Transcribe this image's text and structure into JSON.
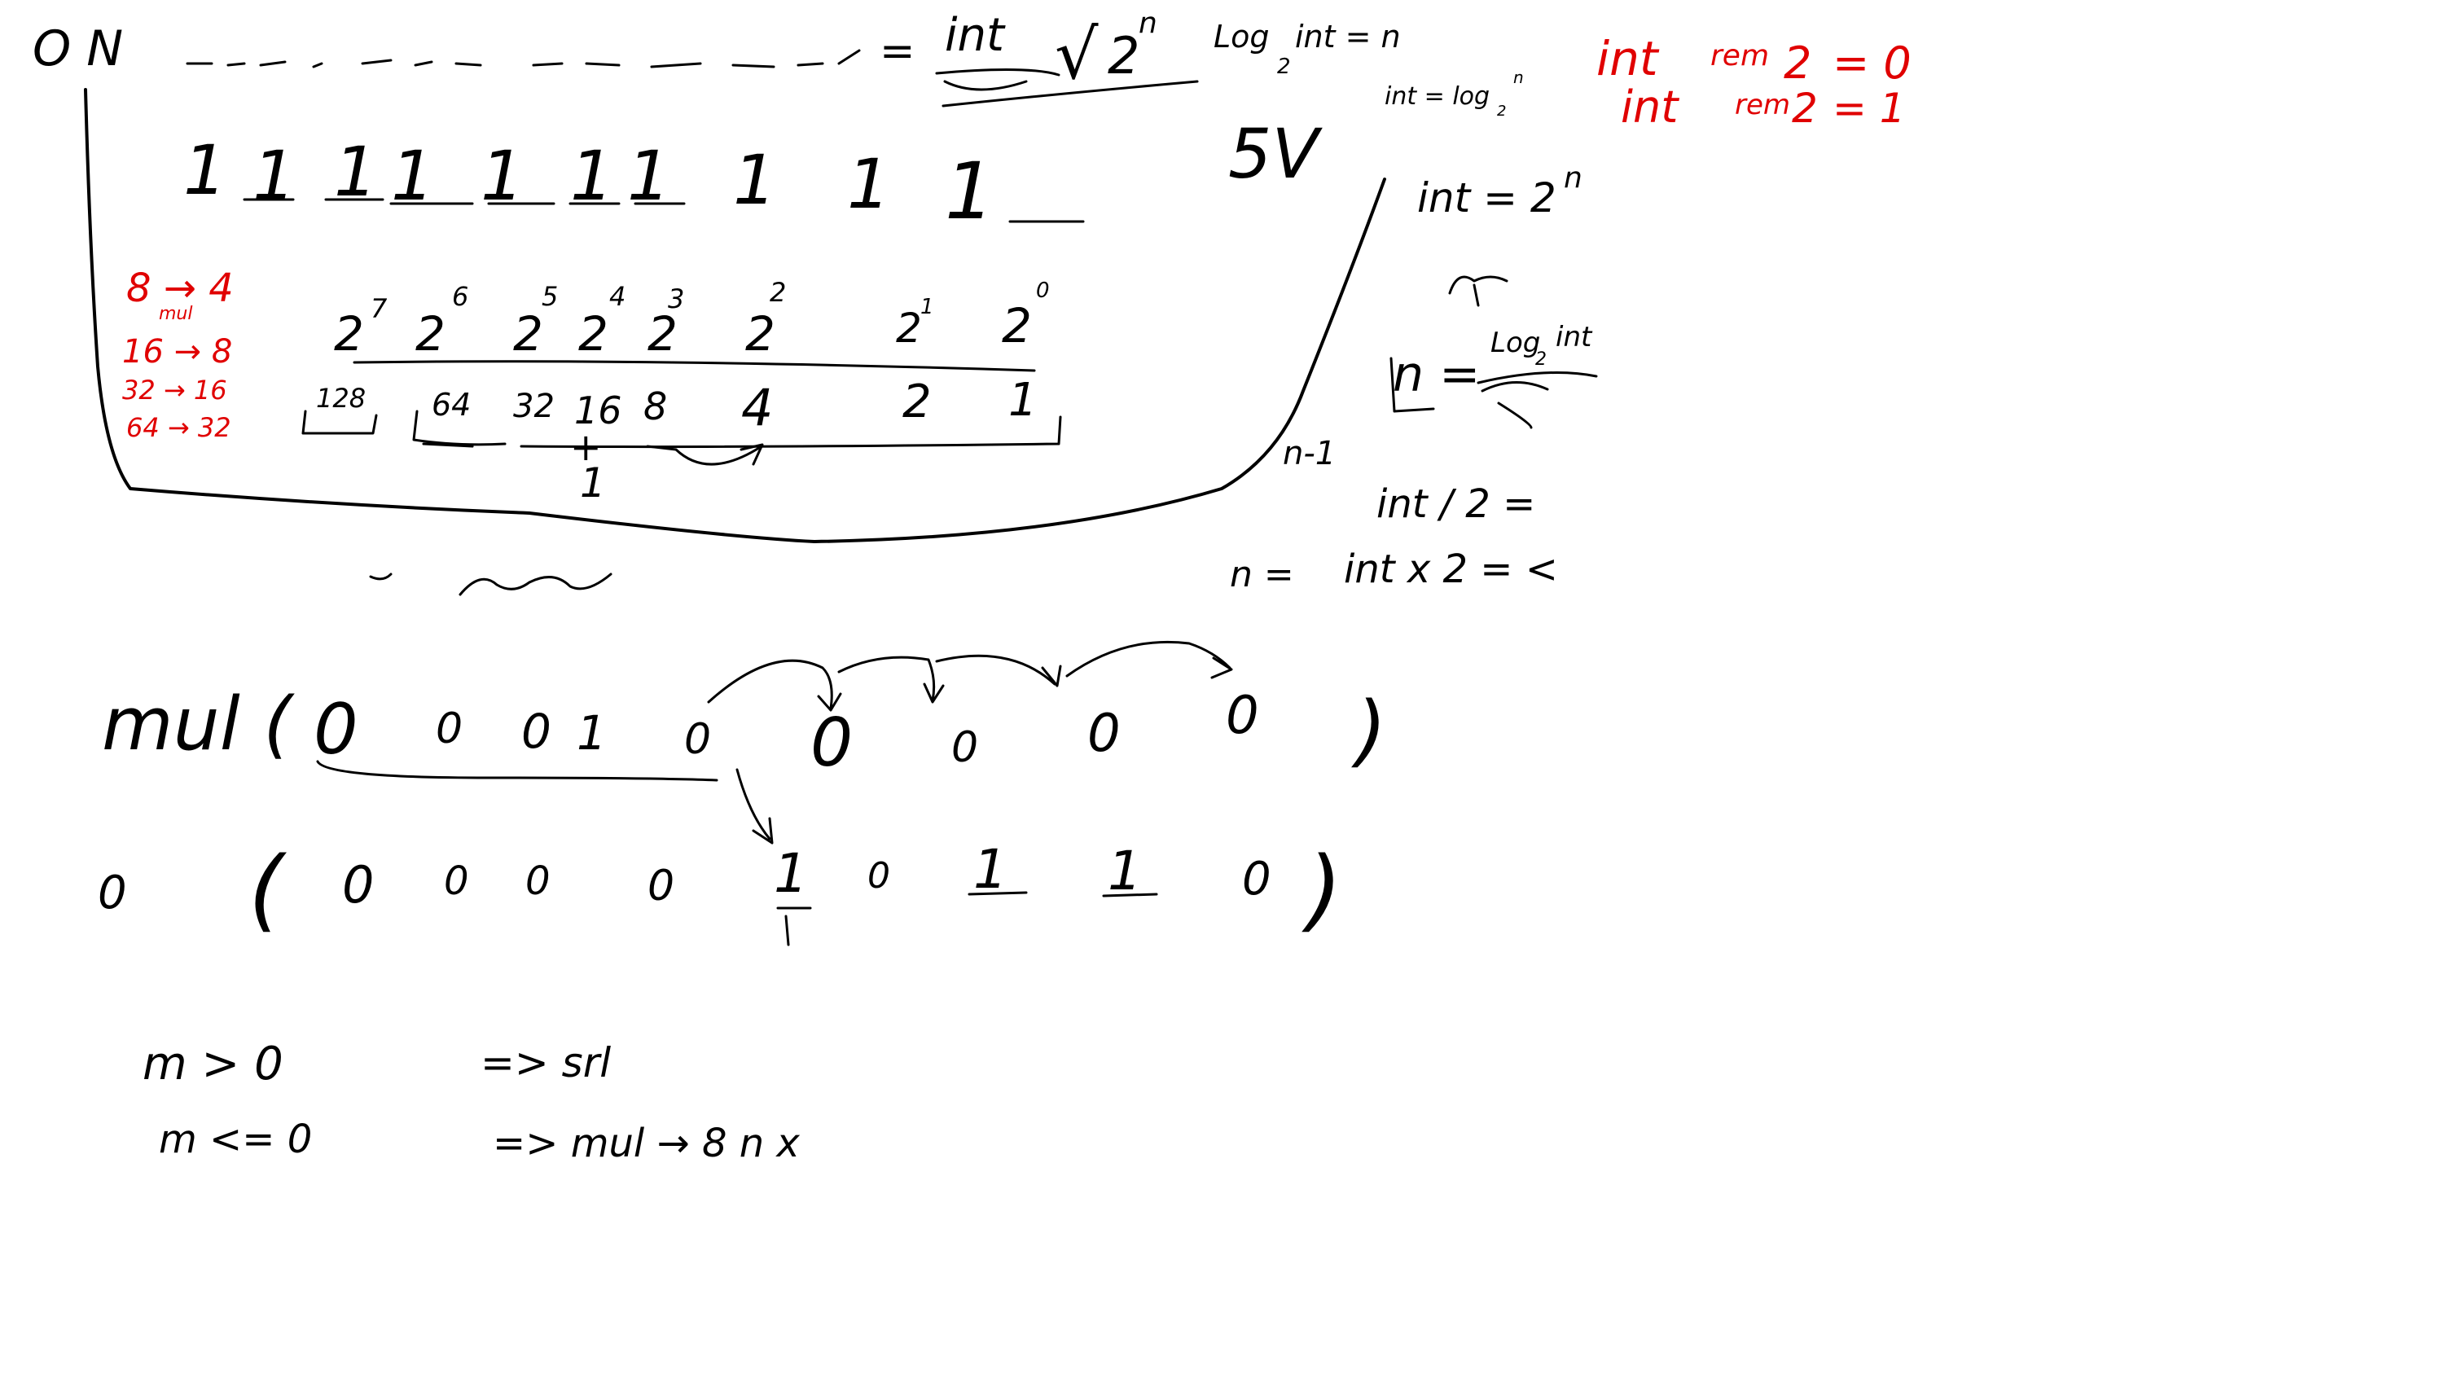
{
  "canvas": {
    "background": "#ffffff",
    "ink_color": "#000000",
    "accent_color": "#e00000"
  },
  "top_line": {
    "prefix": "O N",
    "equals": "=",
    "fraction_top": "int",
    "root_sym": "√",
    "power": "2",
    "exponent": "n",
    "log_line_a": "Log",
    "log_base": "2",
    "log_line_b": "int = n",
    "small_note": "int = log",
    "small_note_sub": "2",
    "small_note_sup": "n"
  },
  "red_remainders": [
    {
      "left": "int",
      "op": "rem",
      "right": "2",
      "result": "= 0"
    },
    {
      "left": "int",
      "op": "rem",
      "right": "2",
      "result": "= 1"
    }
  ],
  "bits_row": [
    "1",
    "1",
    "1",
    "1",
    "1",
    "1",
    "1",
    "1",
    "1",
    "1"
  ],
  "voltage_label": "5V",
  "int_eq": "int = 2",
  "int_eq_sup": "n",
  "red_list": [
    "8 → 4",
    "16 → 8",
    "32 → 16",
    "64 → 32"
  ],
  "red_list_sub": "mul",
  "powers_row": [
    {
      "base": "2",
      "exp": "7"
    },
    {
      "base": "2",
      "exp": "6"
    },
    {
      "base": "2",
      "exp": "5"
    },
    {
      "base": "2",
      "exp": "4"
    },
    {
      "base": "2",
      "exp": "3"
    },
    {
      "base": "2",
      "exp": "2"
    },
    {
      "base": "2",
      "exp": "1"
    },
    {
      "base": "2",
      "exp": "0"
    }
  ],
  "values_row": [
    "128",
    "64",
    "32",
    "16",
    "8",
    "4",
    "2",
    "1"
  ],
  "plus_one": "+",
  "one_label": "1",
  "right_notes": {
    "n_eq": "n =",
    "log_num": "Log",
    "log_base": "2",
    "log_arg": "int",
    "n_minus_one": "n-1",
    "int_div": "int / 2 =",
    "n_eq2": "n =",
    "int_times": "int x 2 = <"
  },
  "shift_row_1": {
    "label": "mul (",
    "digits": [
      "0",
      "0",
      "0",
      "1",
      "0",
      "0",
      "0",
      "0",
      "0"
    ],
    "close": ")"
  },
  "shift_row_2": {
    "lead": "0",
    "open": "(",
    "digits": [
      "0",
      "0",
      "0",
      "0",
      "1",
      "0",
      "1",
      "1",
      "0"
    ],
    "close": ")"
  },
  "rules": [
    {
      "cond": "m > 0",
      "result": "=> srl"
    },
    {
      "cond": "m <= 0",
      "result": "=> mul → 8 n x"
    }
  ]
}
